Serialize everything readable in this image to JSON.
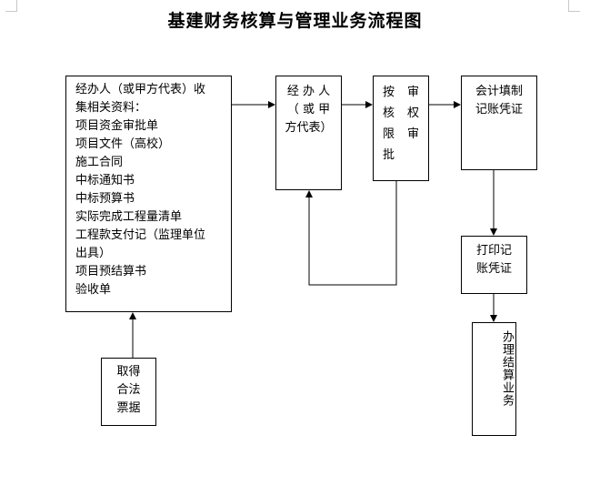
{
  "title": "基建财务核算与管理业务流程图",
  "boxes": {
    "docs": {
      "lines": [
        "经办人（或甲方代表）收",
        "集相关资料：",
        "项目资金审批单",
        "项目文件（高校）",
        "施工合同",
        "中标通知书",
        "中标预算书",
        "实际完成工程量清单",
        "工程款支付记（监理单位",
        "出具）",
        "项目预结算书",
        "验收单"
      ]
    },
    "agent": {
      "lines": [
        "经 办 人",
        "（ 或 甲",
        "方代表）"
      ]
    },
    "approve": {
      "cells": [
        "按",
        "审",
        "核",
        "权",
        "限",
        "审",
        "批"
      ]
    },
    "accountant": {
      "lines": [
        "会计填制",
        "记账凭证"
      ]
    },
    "print": {
      "lines": [
        "打印记",
        "账凭证"
      ]
    },
    "settle": {
      "label": "办理结算业务"
    },
    "invoice": {
      "lines": [
        "取得",
        "合法",
        "票据"
      ]
    }
  }
}
